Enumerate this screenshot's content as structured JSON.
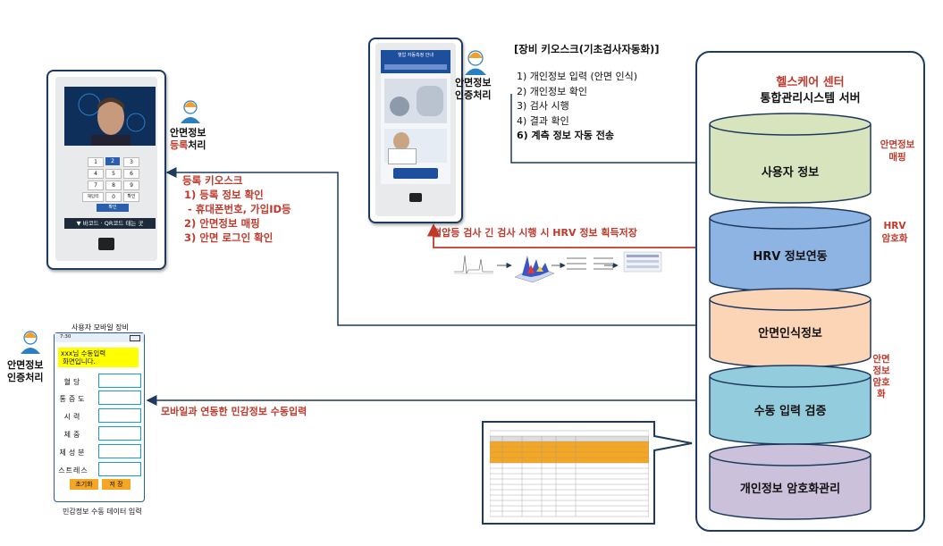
{
  "server": {
    "title": "헬스케어 센터",
    "subtitle": "통합관리시스템 서버",
    "db": {
      "user_info": "사용자 정보",
      "hrv": "HRV 정보연동",
      "face": "안면인식정보",
      "manual": "수동 입력 검증",
      "encrypt": "개인정보 암호화관리"
    },
    "side_labels": {
      "face_map_1": "안면정보",
      "face_map_2": "매핑",
      "hrv_1": "HRV",
      "hrv_2": "암호화",
      "face_enc_1": "안면",
      "face_enc_2": "정보",
      "face_enc_3": "암호",
      "face_enc_4": "화"
    }
  },
  "kiosk_register": {
    "heading": "등록 키오스크",
    "items": [
      "1) 등록 정보 확인",
      "- 휴대폰번호, 가입ID등",
      "2) 안면정보 매핑",
      "3) 안면 로그인 확인"
    ],
    "keypad": [
      "1",
      "2",
      "3",
      "4",
      "5",
      "6",
      "7",
      "8",
      "9",
      "재입력",
      "0",
      "확인"
    ],
    "confirm": "확인",
    "barcode_bar": "▼ 바코드 · QR코드 태는 곳",
    "avatar_label_1": "안면정보",
    "avatar_label_2a": "등록",
    "avatar_label_2b": "처리"
  },
  "kiosk_equipment": {
    "heading": "[장비 키오스크(기초검사자동화)]",
    "items": [
      "1) 개인정보 입력 (안면 인식)",
      "2) 개인정보 확인",
      "3) 검사 시행",
      "4) 결과 확인",
      "6) 계측 정보 자동 전송"
    ],
    "screen_title": "혈압 자동측정 안내",
    "avatar_label_1": "안면정보",
    "avatar_label_2": "인증처리"
  },
  "hrv_flow": {
    "label": "혈압등 검사 긴 검사 시행 시 HRV 정보 획득저장"
  },
  "mobile": {
    "caption_top": "사용자 모바일 장비",
    "caption_bottom": "민감정보 수동 데이터 입력",
    "time": "7:30",
    "banner_1": "xxx님 수동입력",
    "banner_2": "화면입니다.",
    "fields": [
      "혈당",
      "통증도",
      "시력",
      "체중",
      "체성분",
      "스트레스"
    ],
    "reset_button": "초기화",
    "save_button": "저 장",
    "arrow_label": "모바일과 연동한 민감정보 수동입력",
    "avatar_label_1": "안면정보",
    "avatar_label_2": "인증처리"
  },
  "colors": {
    "navy": "#1f3a5f",
    "red": "#c0392b",
    "green": "#d7e4bd",
    "blue": "#8eb4e3",
    "peach": "#fbd5b5",
    "teal": "#93cddd",
    "lavender": "#ccc1da",
    "yellow": "#ffff00",
    "orange": "#f5a623"
  }
}
